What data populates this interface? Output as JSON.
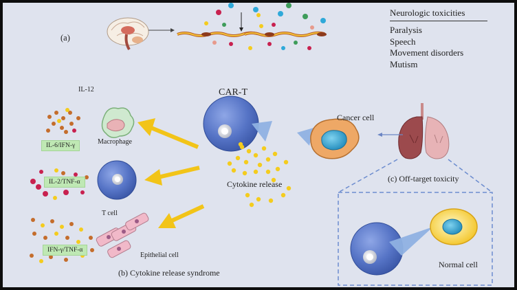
{
  "panel_a": {
    "label": "(a)",
    "toxicities_title": "Neurologic toxicities",
    "toxicities": [
      "Paralysis",
      "Speech",
      "Movement disorders",
      "Mutism"
    ]
  },
  "panel_b": {
    "il12": "IL-12",
    "car_t": "CAR-T",
    "macrophage": "Macrophage",
    "t_cell": "T cell",
    "epithelial": "Epithelial cell",
    "cytokine_release": "Cytokine release",
    "box_macrophage": "IL-6/IFN-γ",
    "box_tcell": "IL-2/TNF-α",
    "box_epithelial": "IFN-γ/TNF-α",
    "caption": "(b) Cytokine release syndrome"
  },
  "panel_c": {
    "cancer_cell": "Cancer cell",
    "caption": "(c) Off-target toxicity",
    "normal_cell": "Normal cell"
  },
  "colors": {
    "background": "#dfe3ee",
    "car_t_cell": "#5b77c9",
    "arrow_yellow": "#f2c418",
    "arrow_blue": "#8fb1e2",
    "cancer_cell": "#eea866",
    "nucleus": "#2a9bc9",
    "cytokine_box": "#bfe8b4",
    "epithelial_cell": "#f1b9c9"
  }
}
